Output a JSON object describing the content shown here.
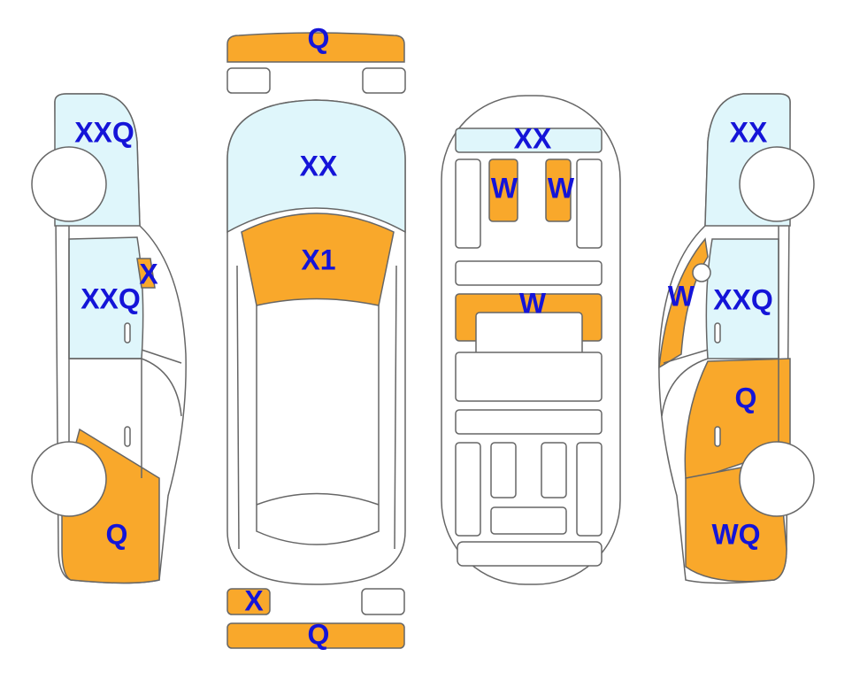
{
  "colors": {
    "damage_orange": "#f9a82b",
    "glass_blue": "#dff6fb",
    "label_blue": "#1414d8",
    "outline": "#666666"
  },
  "left_side": {
    "hood": "XXQ",
    "window": "XXQ",
    "mirror": "X",
    "rear": "Q"
  },
  "top_view": {
    "front_bumper": "Q",
    "hood": "XX",
    "windshield": "X1",
    "rear_small_left": "X",
    "rear_bumper": "Q"
  },
  "interior": {
    "dashboard": "XX",
    "seat_left": "W",
    "seat_right": "W",
    "console": "W"
  },
  "right_side": {
    "hood": "XX",
    "a_pillar": "W",
    "window": "XXQ",
    "door": "Q",
    "rear": "WQ"
  }
}
